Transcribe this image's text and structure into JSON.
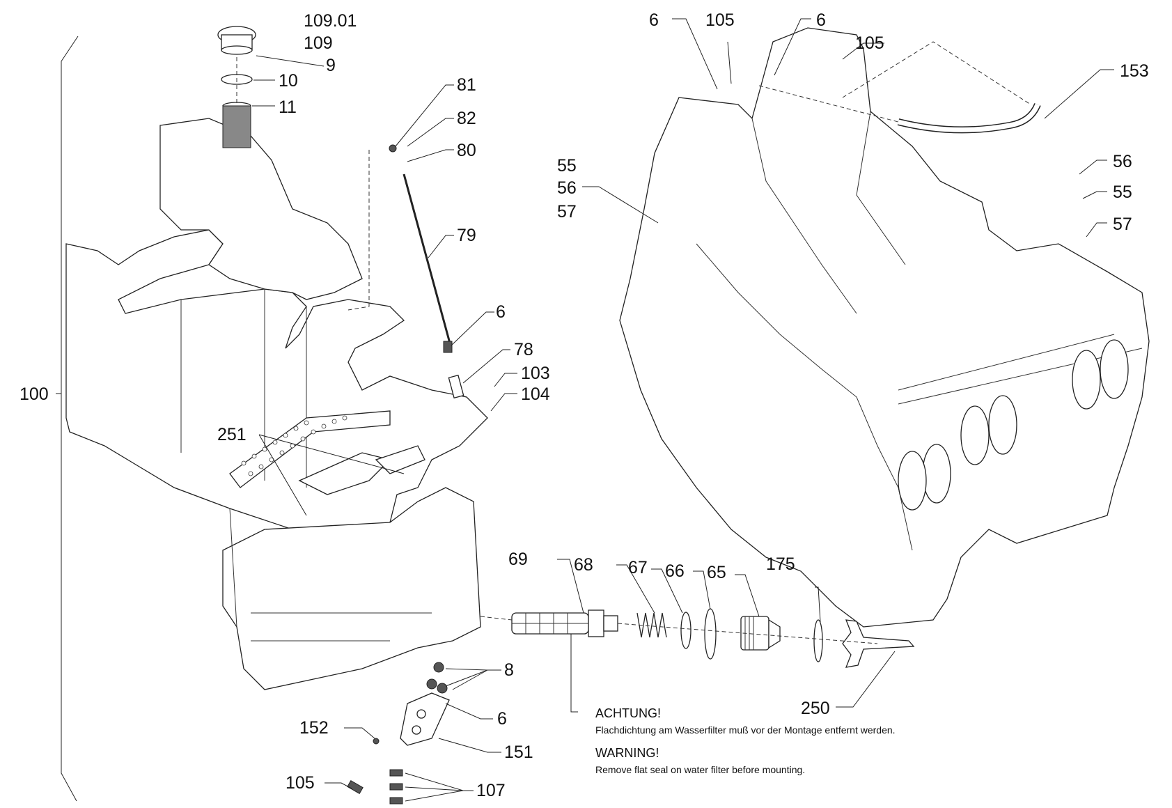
{
  "diagram": {
    "type": "exploded parts diagram",
    "callouts": [
      {
        "id": "c-109-01",
        "label": "109.01"
      },
      {
        "id": "c-109",
        "label": "109"
      },
      {
        "id": "c-9",
        "label": "9"
      },
      {
        "id": "c-10",
        "label": "10"
      },
      {
        "id": "c-11",
        "label": "11"
      },
      {
        "id": "c-81",
        "label": "81"
      },
      {
        "id": "c-82",
        "label": "82"
      },
      {
        "id": "c-80",
        "label": "80"
      },
      {
        "id": "c-79",
        "label": "79"
      },
      {
        "id": "c-6a",
        "label": "6"
      },
      {
        "id": "c-78",
        "label": "78"
      },
      {
        "id": "c-103",
        "label": "103"
      },
      {
        "id": "c-104",
        "label": "104"
      },
      {
        "id": "c-100",
        "label": "100"
      },
      {
        "id": "c-251",
        "label": "251"
      },
      {
        "id": "c-8",
        "label": "8"
      },
      {
        "id": "c-6b",
        "label": "6"
      },
      {
        "id": "c-152",
        "label": "152"
      },
      {
        "id": "c-151",
        "label": "151"
      },
      {
        "id": "c-105a",
        "label": "105"
      },
      {
        "id": "c-107",
        "label": "107"
      },
      {
        "id": "c-69",
        "label": "69"
      },
      {
        "id": "c-68",
        "label": "68"
      },
      {
        "id": "c-67",
        "label": "67"
      },
      {
        "id": "c-66",
        "label": "66"
      },
      {
        "id": "c-65",
        "label": "65"
      },
      {
        "id": "c-175",
        "label": "175"
      },
      {
        "id": "c-250",
        "label": "250"
      },
      {
        "id": "c-6c",
        "label": "6"
      },
      {
        "id": "c-105b",
        "label": "105"
      },
      {
        "id": "c-6d",
        "label": "6"
      },
      {
        "id": "c-105c",
        "label": "105"
      },
      {
        "id": "c-153",
        "label": "153"
      },
      {
        "id": "c-55a",
        "label": "55"
      },
      {
        "id": "c-56a",
        "label": "56"
      },
      {
        "id": "c-57a",
        "label": "57"
      },
      {
        "id": "c-56b",
        "label": "56"
      },
      {
        "id": "c-55b",
        "label": "55"
      },
      {
        "id": "c-57b",
        "label": "57"
      }
    ],
    "notes": {
      "german_heading": "ACHTUNG!",
      "german_text": "Flachdichtung am Wasserfilter muß vor der Montage entfernt werden.",
      "english_heading": "WARNING!",
      "english_text": "Remove flat seal on water filter before mounting."
    }
  }
}
